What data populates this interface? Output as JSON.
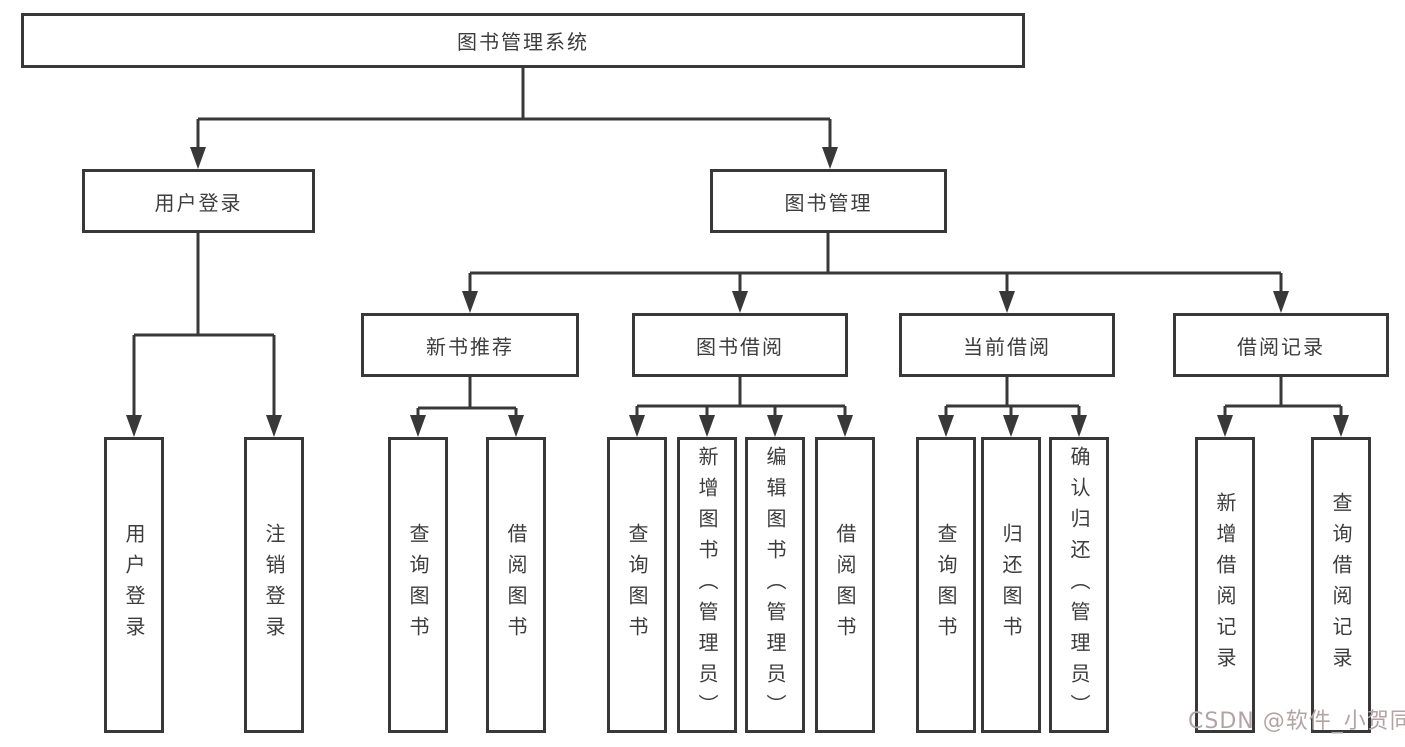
{
  "diagram": {
    "type": "hierarchy-tree",
    "tree": {
      "label": "图书管理系统",
      "children": [
        {
          "label": "用户登录",
          "children": [
            {
              "label": "用户登录"
            },
            {
              "label": "注销登录"
            }
          ]
        },
        {
          "label": "图书管理",
          "children": [
            {
              "label": "新书推荐",
              "children": [
                {
                  "label": "查询图书"
                },
                {
                  "label": "借阅图书"
                }
              ]
            },
            {
              "label": "图书借阅",
              "children": [
                {
                  "label": "查询图书"
                },
                {
                  "label": "新增图书（管理员）"
                },
                {
                  "label": "编辑图书（管理员）"
                },
                {
                  "label": "借阅图书"
                }
              ]
            },
            {
              "label": "当前借阅",
              "children": [
                {
                  "label": "查询图书"
                },
                {
                  "label": "归还图书"
                },
                {
                  "label": "确认归还（管理员）"
                }
              ]
            },
            {
              "label": "借阅记录",
              "children": [
                {
                  "label": "新增借阅记录"
                },
                {
                  "label": "查询借阅记录"
                }
              ]
            }
          ]
        }
      ]
    }
  },
  "watermark": {
    "text": "CSDN @软件_小贺同学",
    "color": "#b3a3a6"
  },
  "colors": {
    "line": "#383838",
    "box_border": "#383838",
    "text": "#3d3d3d",
    "background": "#ffffff"
  }
}
